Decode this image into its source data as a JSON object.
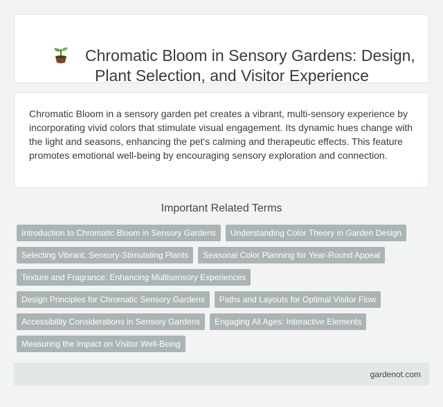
{
  "header": {
    "icon": "sprout-icon",
    "title_line1": "Chromatic Bloom in Sensory Gardens: Design,",
    "title_line2": "Plant Selection, and Visitor Experience"
  },
  "description": {
    "text": "Chromatic Bloom in a sensory garden pet creates a vibrant, multi-sensory experience by incorporating vivid colors that stimulate visual engagement. Its dynamic hues change with the light and seasons, enhancing the pet's calming and therapeutic effects. This feature promotes emotional well-being by encouraging sensory exploration and connection."
  },
  "related": {
    "heading": "Important Related Terms",
    "rows": [
      [
        "Introduction to Chromatic Bloom in Sensory Gardens",
        "Understanding Color Theory in Garden Design"
      ],
      [
        "Selecting Vibrant, Sensory-Stimulating Plants",
        "Seasonal Color Planning for Year-Round Appeal"
      ],
      [
        "Texture and Fragrance: Enhancing Multisensory Experiences"
      ],
      [
        "Design Principles for Chromatic Sensory Gardens",
        "Paths and Layouts for Optimal Visitor Flow"
      ],
      [
        "Accessibility Considerations in Sensory Gardens",
        "Engaging All Ages: Interactive Elements"
      ],
      [
        "Measuring the Impact on Visitor Well-Being"
      ]
    ]
  },
  "footer": {
    "site": "gardenot.com"
  },
  "colors": {
    "tag_bg": "#aab4b4",
    "page_bg": "#f2f4f3",
    "footer_bg": "#e4e8e5"
  }
}
